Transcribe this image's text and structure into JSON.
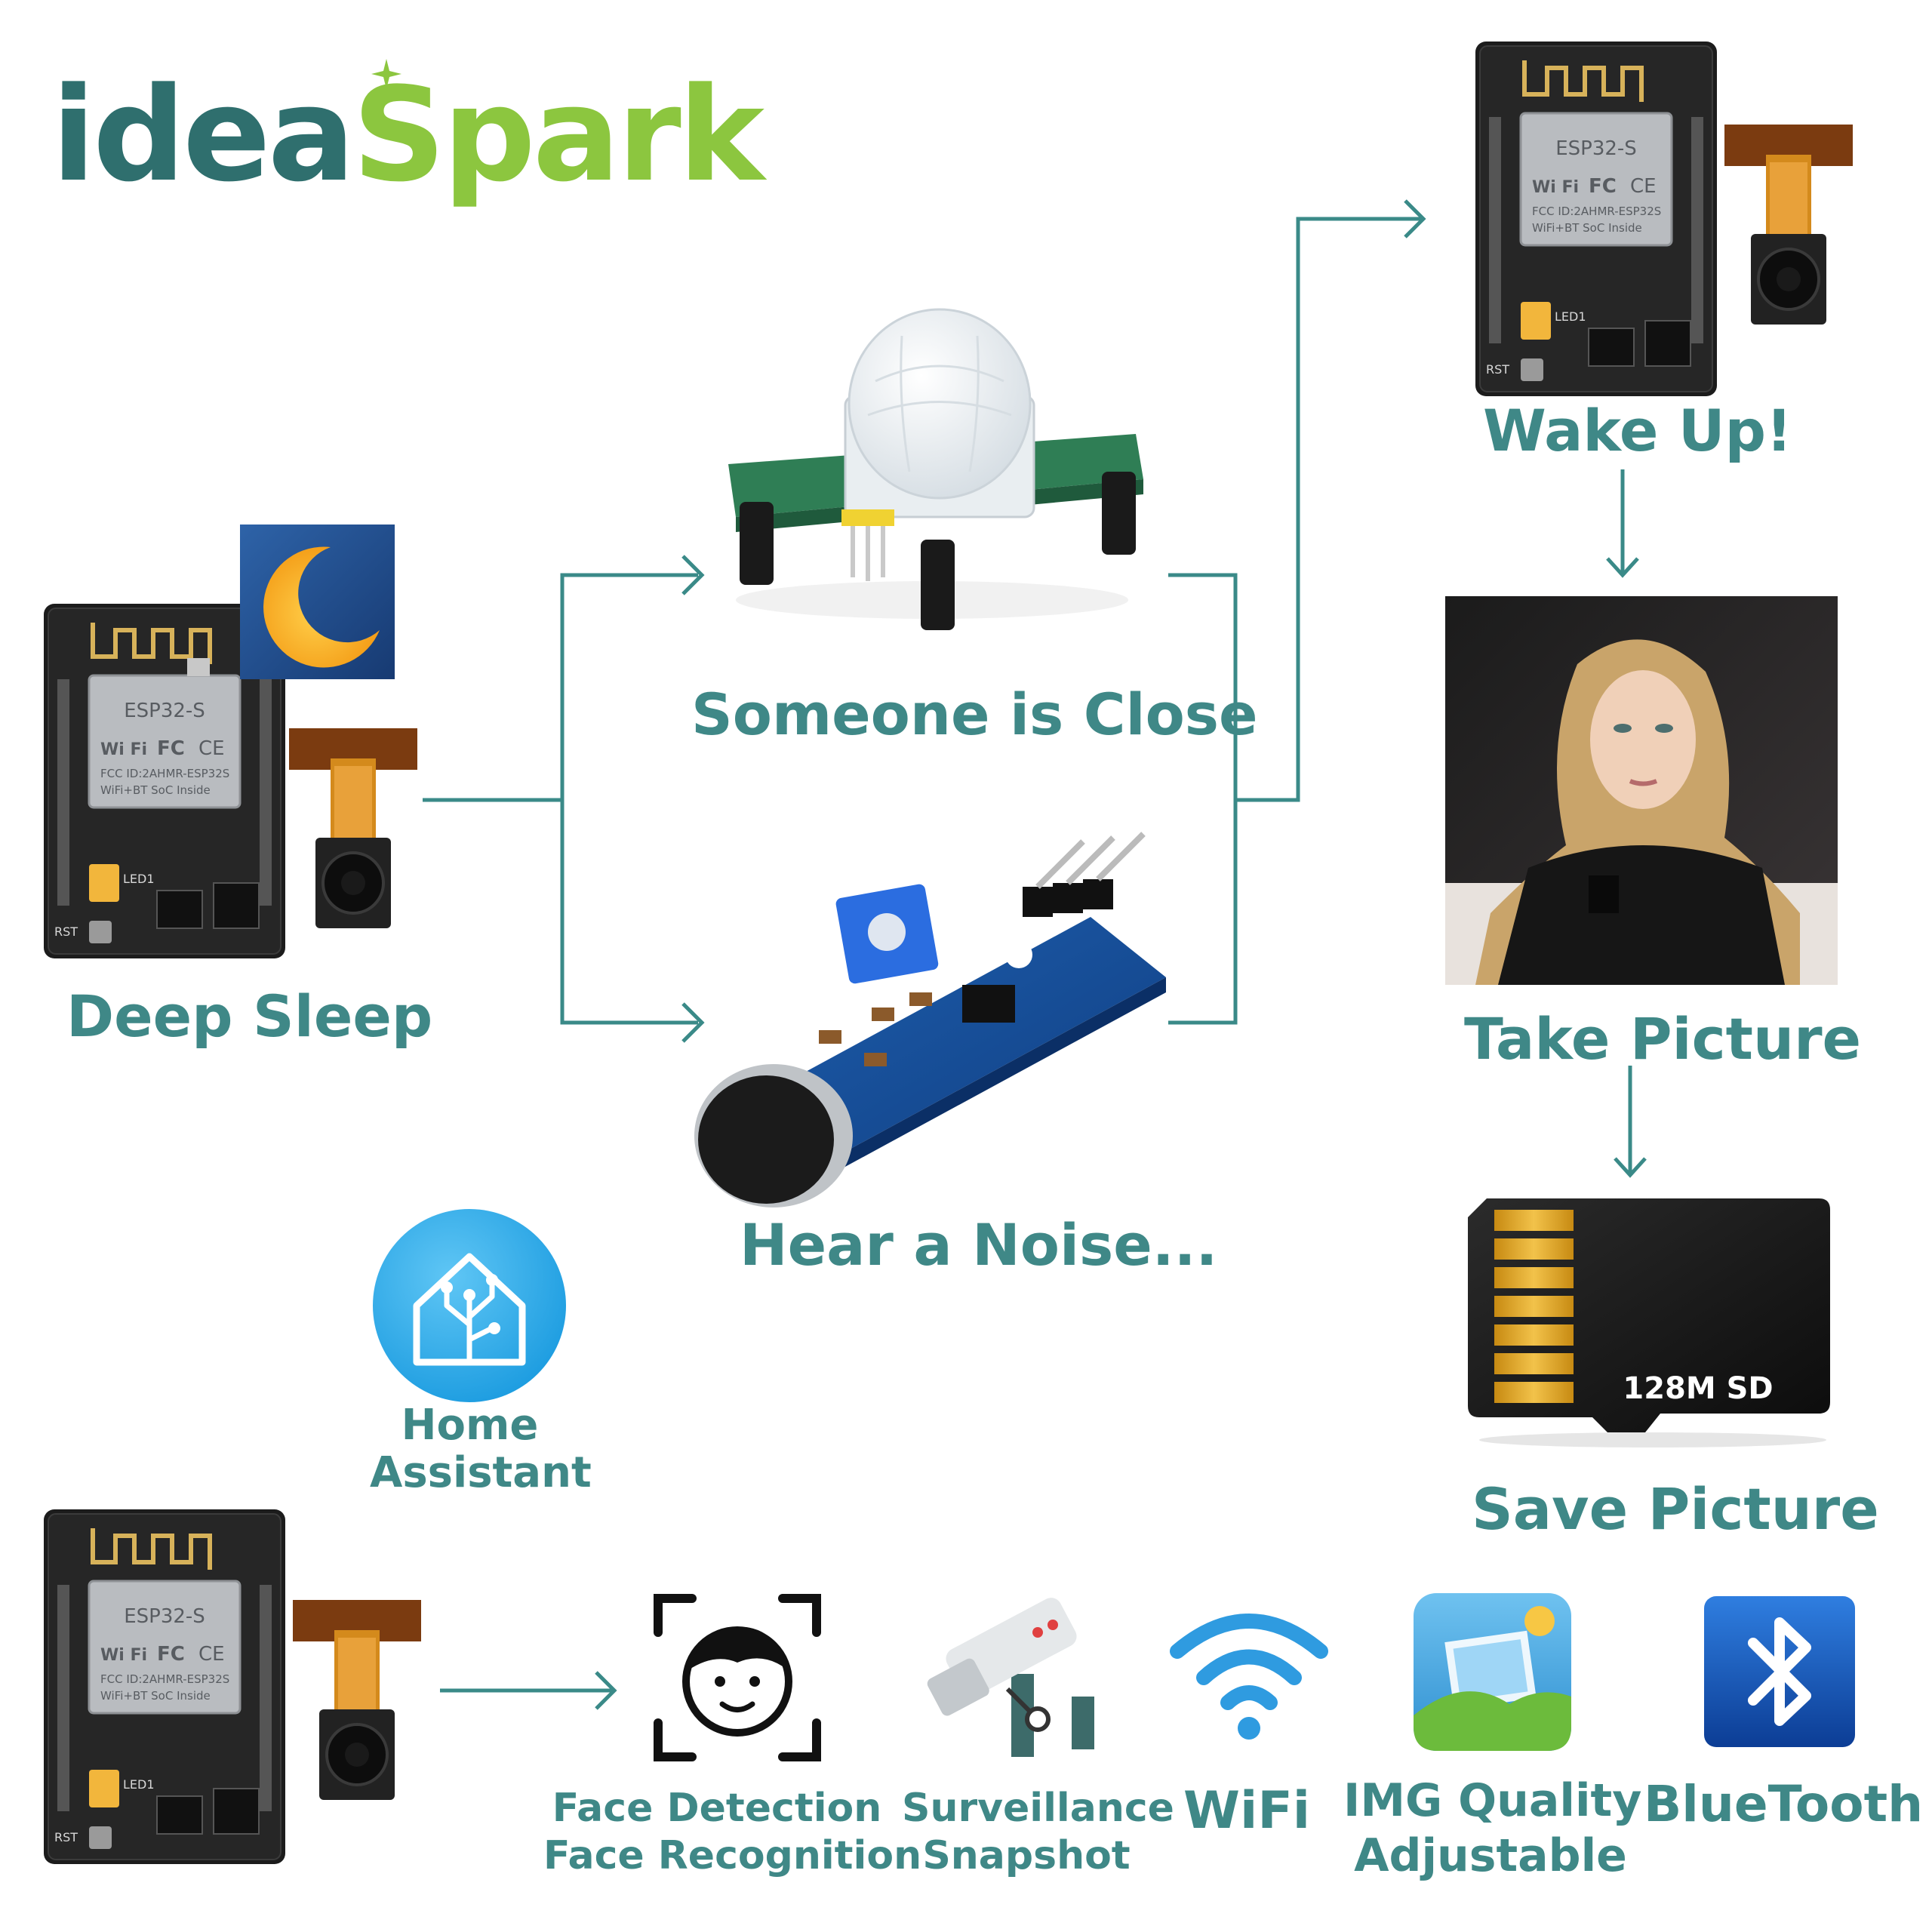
{
  "brand": {
    "name_part1": "idea",
    "name_part2": "Spark",
    "color_dark": "#2f6f6e",
    "color_accent": "#8cc63f"
  },
  "accent_color": "#3f8887",
  "board": {
    "module_label": "ESP32-S",
    "cert_line1": "FCC ID:2AHMR-ESP32S",
    "cert_line2": "WiFi+BT SoC Inside",
    "wifi_mark": "Wi Fi",
    "fc_mark": "FC",
    "ce_mark": "CE",
    "led_label": "LED1",
    "reset_label": "RST"
  },
  "steps": {
    "deep_sleep": "Deep Sleep",
    "someone_close": "Someone is Close",
    "hear_noise": "Hear a Noise...",
    "wake_up": "Wake Up!",
    "take_picture": "Take Picture",
    "save_picture": "Save Picture"
  },
  "sd_card": {
    "label": "128M SD"
  },
  "home_assistant": {
    "line1": "Home",
    "line2": "Assistant"
  },
  "features": [
    {
      "line1": "Face Detection",
      "line2": "Face Recognition",
      "icon": "face-detection-icon"
    },
    {
      "line1": "Surveillance",
      "line2": "Snapshot",
      "icon": "cctv-camera-icon"
    },
    {
      "line1": "WiFi",
      "line2": "",
      "icon": "wifi-icon"
    },
    {
      "line1": "IMG Quality",
      "line2": "Adjustable",
      "icon": "photo-gallery-icon"
    },
    {
      "line1": "BlueTooth",
      "line2": "",
      "icon": "bluetooth-icon"
    }
  ]
}
